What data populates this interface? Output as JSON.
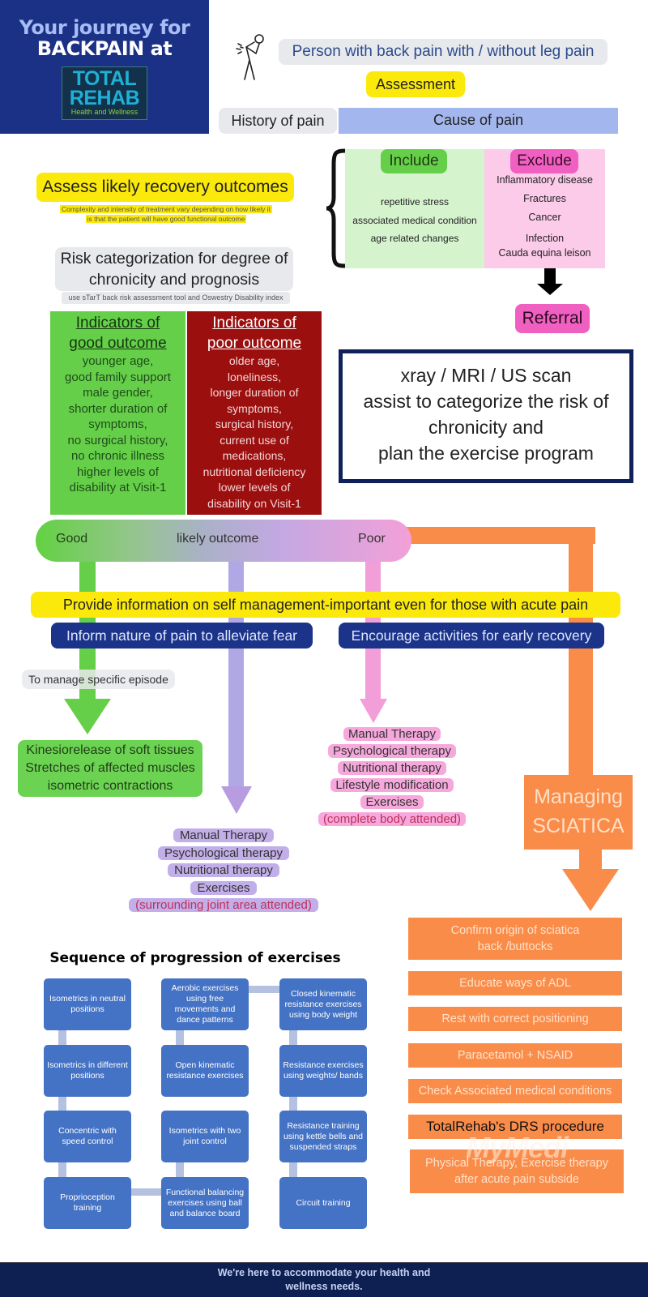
{
  "header": {
    "title_line1": "Your journey for",
    "title_line2": "BACKPAIN at",
    "logo": {
      "line1": "TOTAL",
      "line2": "REHAB",
      "tagline": "Health and Wellness"
    }
  },
  "top_flow": {
    "person_icon": "back-pain-person-icon",
    "person_label": "Person with back pain with / without leg pain",
    "assessment_label": "Assessment",
    "history_label": "History of pain",
    "cause_label": "Cause of pain"
  },
  "include_exclude": {
    "include_label": "Include",
    "include_items": [
      "repetitive stress",
      "associated medical condition",
      "age related changes"
    ],
    "exclude_label": "Exclude",
    "exclude_items": [
      "Inflammatory disease",
      "Fractures",
      "Cancer",
      "Infection",
      "Cauda equina leison"
    ],
    "referral_label": "Referral"
  },
  "recovery": {
    "title": "Assess likely recovery outcomes",
    "subtitle_line1": "Complexity and intensity of treatment vary depending on how likely it",
    "subtitle_line2": "is that the patient will have good functional outcome"
  },
  "risk": {
    "title_line1": "Risk categorization for degree of",
    "title_line2": "chronicity and prognosis",
    "note": "use sTarT back risk assessment tool  and Oswestry Disability index"
  },
  "indicators": {
    "good": {
      "title_line1": "Indicators of",
      "title_line2": "good outcome",
      "items": [
        "younger age,",
        "good family support",
        "male gender,",
        "shorter duration of",
        "symptoms,",
        "no surgical history,",
        "no chronic illness",
        "higher levels of",
        "disability at Visit-1"
      ]
    },
    "poor": {
      "title_line1": "Indicators of",
      "title_line2": "poor outcome",
      "items": [
        "older age,",
        "loneliness,",
        "longer duration of",
        "symptoms,",
        "surgical history,",
        "current use of",
        "medications,",
        "nutritional deficiency",
        "lower levels of",
        "disability on Visit-1"
      ]
    }
  },
  "imaging": {
    "lines": [
      "xray / MRI / US scan",
      "assist to categorize the risk of",
      "chronicity and",
      "plan the exercise program"
    ]
  },
  "outcome_bar": {
    "good": "Good",
    "middle": "likely outcome",
    "poor": "Poor"
  },
  "self_management": {
    "banner": "Provide information on self management-important even for those with acute pain",
    "inform": "Inform nature of pain to alleviate fear",
    "encourage": "Encourage activities for early recovery"
  },
  "good_path": {
    "episode_label": "To manage specific episode",
    "items": [
      "Kinesiorelease of soft tissues",
      "Stretches of affected muscles",
      "isometric contractions"
    ]
  },
  "middle_path": {
    "items": [
      "Manual Therapy",
      "Psychological therapy",
      "Nutritional therapy",
      "Exercises"
    ],
    "note": "(surrounding joint area attended)"
  },
  "poor_path": {
    "items": [
      "Manual Therapy",
      "Psychological therapy",
      "Nutritional therapy",
      "Lifestyle modification",
      "Exercises"
    ],
    "note": "(complete body attended)"
  },
  "sciatica": {
    "title_line1": "Managing",
    "title_line2": "SCIATICA",
    "steps": [
      {
        "line1": "Confirm origin of sciatica",
        "line2": "back /buttocks"
      },
      {
        "line1": "Educate ways of ADL"
      },
      {
        "line1": "Rest with correct positioning"
      },
      {
        "line1": "Paracetamol + NSAID"
      },
      {
        "line1": "Check Associated medical conditions"
      },
      {
        "line1": "TotalRehab's DRS procedure"
      },
      {
        "line1": "Physical Therapy, Exercise therapy",
        "line2": "after acute pain subside"
      }
    ],
    "watermark": "MyMedi"
  },
  "exercise_sequence": {
    "title": "Sequence of progression of exercises",
    "col1": [
      "Isometrics in neutral positions",
      "Isometrics in different positions",
      "Concentric with speed control",
      "Proprioception training"
    ],
    "col2": [
      "Aerobic exercises using free movements and dance patterns",
      "Open kinematic resistance exercises",
      "Isometrics with two joint control",
      "Functional balancing exercises using ball and balance board"
    ],
    "col3": [
      "Closed kinematic resistance exercises using body weight",
      "Resistance exercises using weights/ bands",
      "Resistance training using kettle bells and suspended straps",
      "Circuit training"
    ]
  },
  "footer": {
    "line1": "We're here to accommodate your health and",
    "line2": "wellness needs."
  },
  "colors": {
    "navy": "#1b3185",
    "yellow": "#fbe90c",
    "green": "#66cf4a",
    "dark_red": "#9b0f0f",
    "pink": "#f060c0",
    "orange": "#fa8c4a",
    "lavender": "#b4a8e0",
    "exercise_blue": "#4472c4",
    "footer": "#0e1f52"
  }
}
